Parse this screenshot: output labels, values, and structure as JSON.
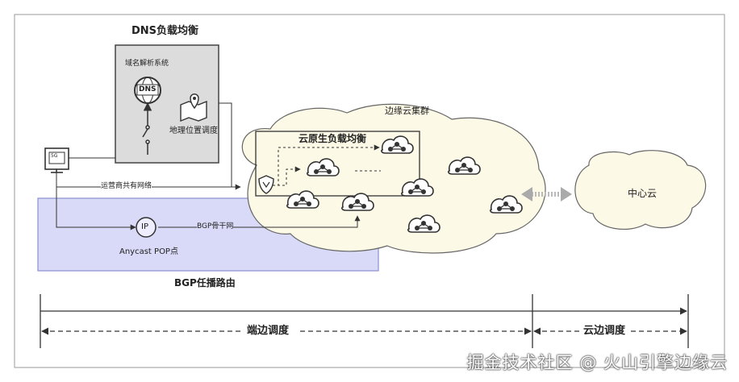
{
  "dns_box": {
    "title": "DNS负载均衡",
    "dns_system": "域名解析系统",
    "dns_icon_text": "DNS",
    "geo": "地理位置调度"
  },
  "edge_cluster": "边缘云集群",
  "cloud_native_lb": "云原生负载均衡",
  "center_cloud": "中心云",
  "carrier_network": "运营商共有网络",
  "bgp_box": {
    "ip_text": "IP",
    "backbone": "BGP骨干网",
    "anycast": "Anycast POP点",
    "title": "BGP任播路由"
  },
  "device_label": "5G",
  "scopes": {
    "edge": "端边调度",
    "cloud": "云边调度"
  },
  "watermark": "掘金技术社区 @ 火山引擎边缘云",
  "colors": {
    "dns_fill": "#dcdcdc",
    "bgp_fill": "#d8daf7",
    "bgp_border": "#8a8fd0",
    "cloud_fill": "#fcf9e6",
    "arrow": "#444444"
  }
}
